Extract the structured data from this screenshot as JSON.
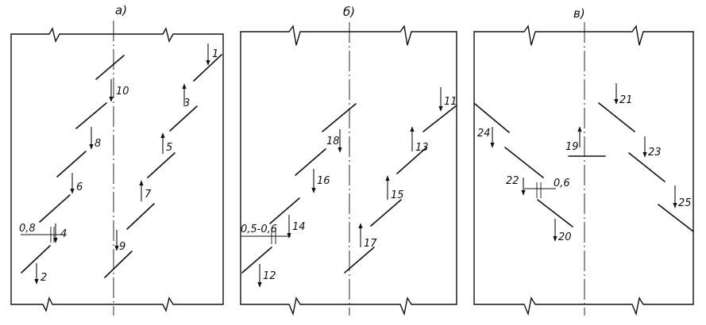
{
  "panels": [
    {
      "id": "a",
      "title": "а)"
    },
    {
      "id": "b",
      "title": "б)"
    },
    {
      "id": "c",
      "title": "в)"
    }
  ],
  "labels": {
    "n1": "1",
    "n2": "2",
    "n3": "3",
    "n4": "4",
    "n5": "5",
    "n6": "6",
    "n7": "7",
    "n8": "8",
    "n9": "9",
    "n10": "10",
    "n11": "11",
    "n12": "12",
    "n13": "13",
    "n14": "14",
    "n15": "15",
    "n16": "16",
    "n17": "17",
    "n18": "18",
    "n19": "19",
    "n20": "20",
    "n21": "21",
    "n22": "22",
    "n23": "23",
    "n24": "24",
    "n25": "25"
  },
  "dimensions": {
    "gap_a": "0,8",
    "gap_b": "0,5-0,6",
    "gap_c": "0,6"
  }
}
